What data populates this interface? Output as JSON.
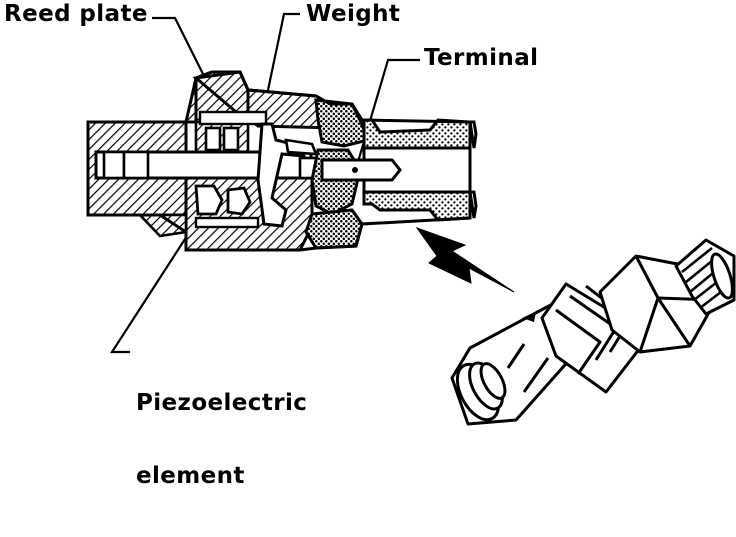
{
  "figure": {
    "title": "Knock sensor cross-section and external view",
    "colors": {
      "ink": "#000000",
      "paper": "#ffffff"
    },
    "views": [
      {
        "name": "cross-section",
        "type": "sectional-drawing"
      },
      {
        "name": "external-3d",
        "type": "isometric-drawing"
      }
    ]
  },
  "labels": {
    "reed_plate": "Reed plate",
    "weight": "Weight",
    "terminal": "Terminal",
    "piezo_line1": "Piezoelectric",
    "piezo_line2": "element"
  },
  "callouts": [
    {
      "id": "reed-plate",
      "label": "Reed plate",
      "target": "upper-left flange of section"
    },
    {
      "id": "weight",
      "label": "Weight",
      "target": "upper-centre hatched mass"
    },
    {
      "id": "terminal",
      "label": "Terminal",
      "target": "connector pin in cavity"
    },
    {
      "id": "piezoelectric",
      "label": "Piezoelectric element",
      "target": "lower-centre stack of section"
    }
  ],
  "annotations": {
    "arrow": {
      "name": "view-relation-arrow",
      "direction": "up-left",
      "style": "solid-filled"
    }
  }
}
